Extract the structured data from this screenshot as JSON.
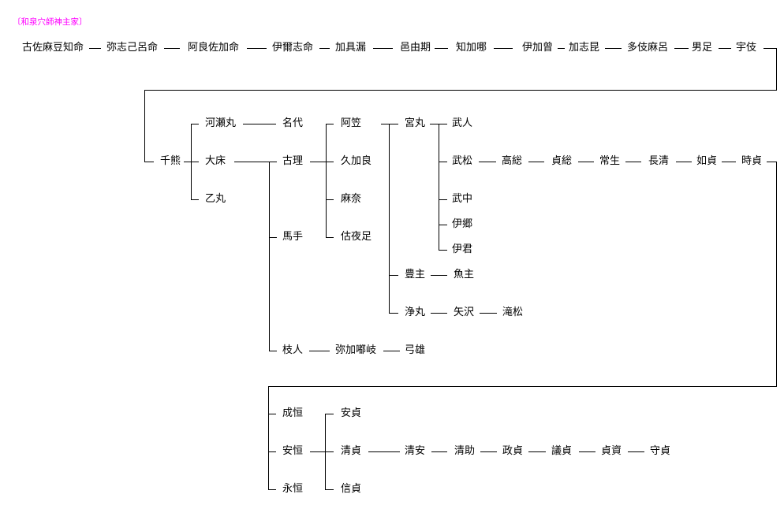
{
  "title": "〔和泉穴師神主家〕",
  "title_color": "#FF00FF",
  "line_color": "#000000",
  "tree": {
    "founding_line": [
      "古佐麻豆知命",
      "弥志己呂命",
      "阿良佐加命",
      "伊爾志命",
      "加具漏",
      "邑由期",
      "知加哪",
      "伊加曾",
      "加志昆",
      "多伎麻呂",
      "男足",
      "宇伎"
    ],
    "senkuma": "千熊",
    "senkuma_children": [
      "河瀬丸",
      "大床",
      "乙丸"
    ],
    "kawasemaru_child": "名代",
    "ooyuka_children": [
      "古理",
      "馬手",
      "枝人"
    ],
    "kori_children": [
      "阿笠",
      "久加良",
      "麻奈",
      "估夜足"
    ],
    "agasa_children": [
      "宮丸",
      "豊主",
      "浄丸"
    ],
    "miyamaru_children": [
      "武人",
      "武松",
      "武中",
      "伊郷",
      "伊君"
    ],
    "takematsu_line": [
      "高総",
      "貞総",
      "常生",
      "長清",
      "如貞",
      "時貞"
    ],
    "toyonushi_child": "魚主",
    "joumaru_line": [
      "矢沢",
      "滝松"
    ],
    "edahito_line": [
      "弥加嘟岐",
      "弓雄"
    ],
    "tokisada_children": [
      "成恒",
      "安恒",
      "永恒"
    ],
    "yasutsune_children": [
      "安貞",
      "清貞",
      "信貞"
    ],
    "kiyosada_line": [
      "清安",
      "清助",
      "政貞",
      "議貞",
      "貞資",
      "守貞"
    ]
  }
}
